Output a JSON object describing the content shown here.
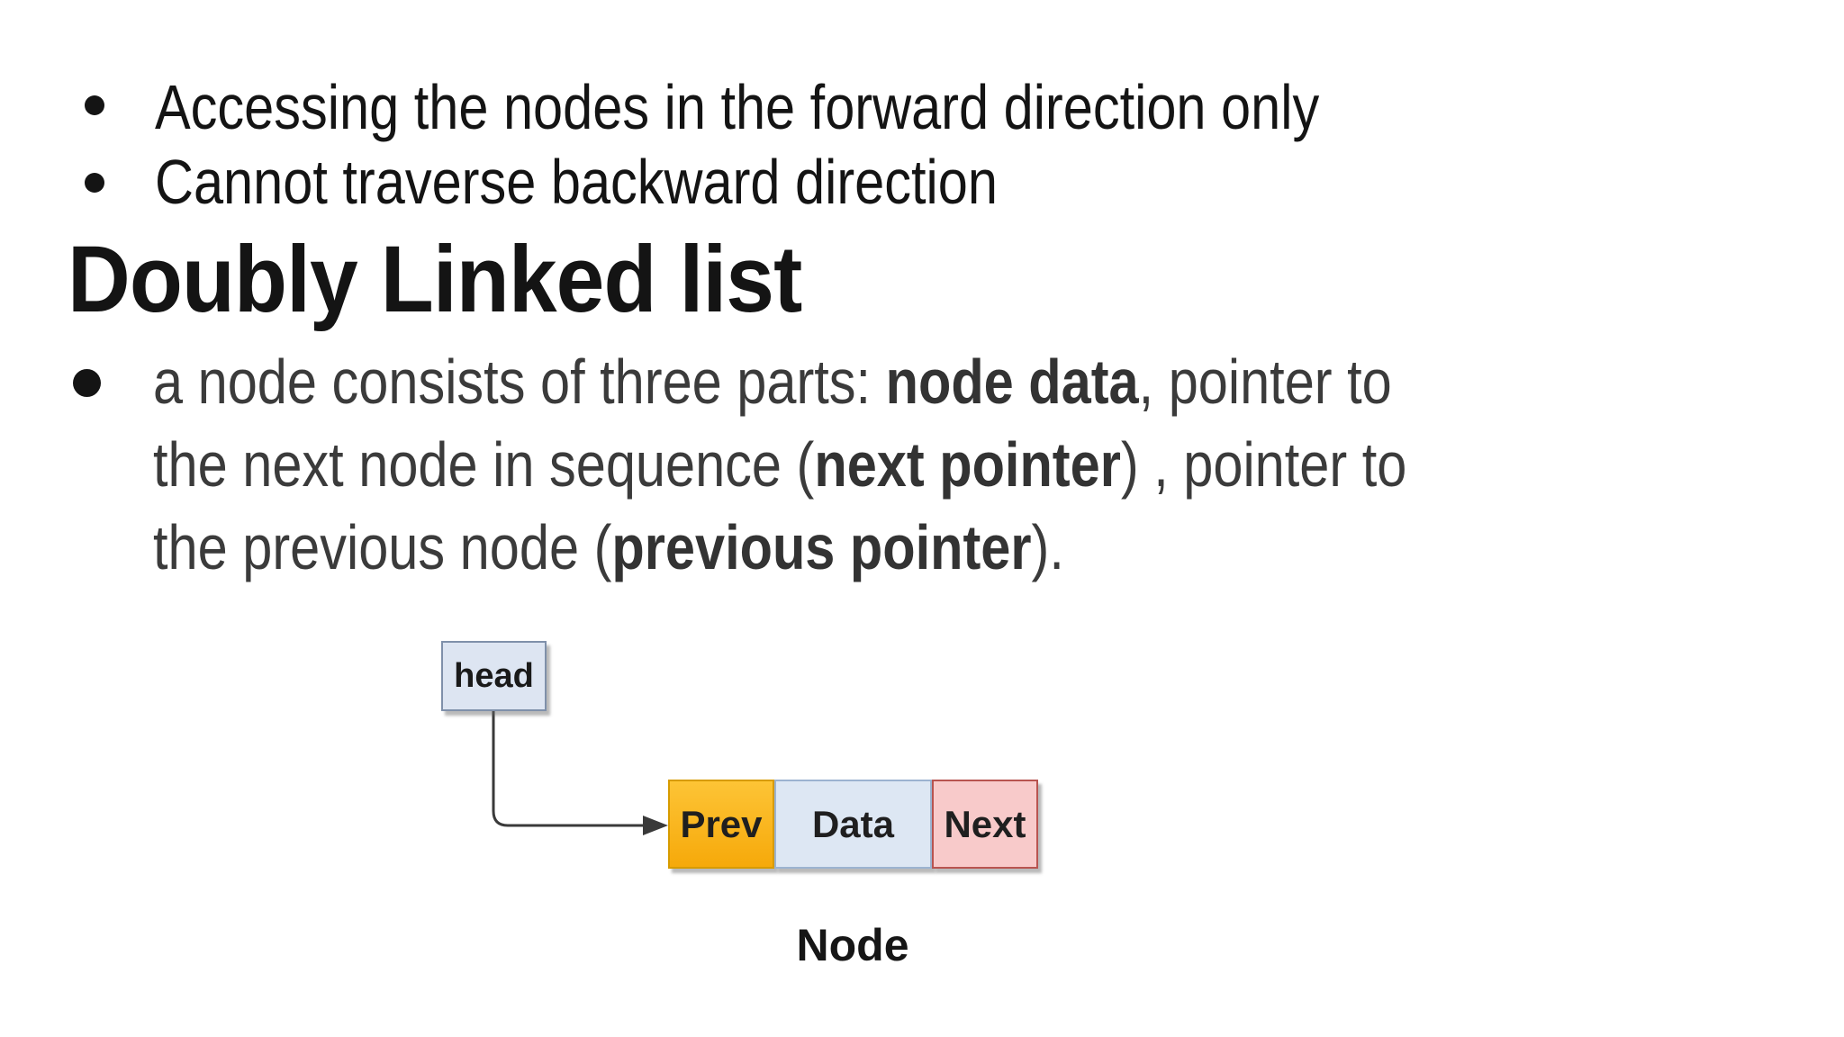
{
  "slide": {
    "bullets_top": [
      "Accessing the nodes in the forward direction only",
      "Cannot traverse backward direction"
    ],
    "heading": "Doubly Linked list",
    "paragraph_lines": [
      [
        {
          "t": "a node consists of three parts: ",
          "b": false
        },
        {
          "t": "node data",
          "b": true
        },
        {
          "t": ", pointer to",
          "b": false
        }
      ],
      [
        {
          "t": "the next node in sequence (",
          "b": false
        },
        {
          "t": "next pointer",
          "b": true
        },
        {
          "t": ") , pointer to",
          "b": false
        }
      ],
      [
        {
          "t": "the previous node (",
          "b": false
        },
        {
          "t": "previous pointer",
          "b": true
        },
        {
          "t": ").",
          "b": false
        }
      ]
    ]
  },
  "diagram": {
    "head_label": "head",
    "node_cells": [
      {
        "label": "Prev"
      },
      {
        "label": "Data"
      },
      {
        "label": "Next"
      }
    ],
    "caption": "Node",
    "colors": {
      "text_black": "#141414",
      "text_gray": "#3b3b3b",
      "head_fill": "#dde5f2",
      "head_border": "#7f90aa",
      "prev_fill_top": "#fdc436",
      "prev_fill": "#f6a90a",
      "prev_border": "#d79b00",
      "data_fill": "#dde7f3",
      "data_border": "#9cb3d0",
      "next_fill": "#f8caca",
      "next_border": "#b85450",
      "line": "#3a3a3a"
    }
  }
}
